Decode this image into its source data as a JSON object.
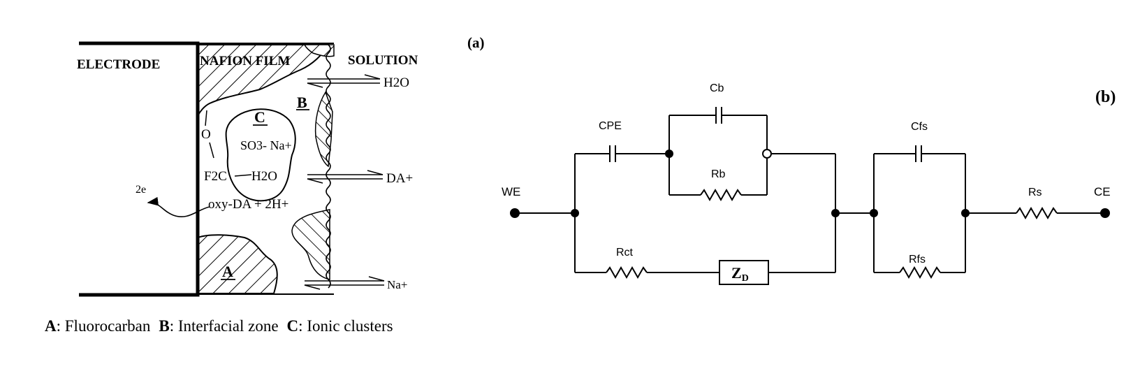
{
  "panel_a": {
    "tag": "(a)",
    "electrode": "ELECTRODE",
    "film": "NAFION FILM",
    "solution": "SOLUTION",
    "zone_a": "A",
    "zone_b": "B",
    "zone_c": "C",
    "sulfonate": "SO3- Na+",
    "oxygen": "O",
    "f2c": "F2C",
    "water": "H2O",
    "electrons": "2e",
    "reaction": "oxy-DA + 2H+",
    "species": [
      "H2O",
      "DA+",
      "Na+"
    ],
    "caption": {
      "a_key": "A",
      "a_text": ": Fluorocarban",
      "b_key": "B",
      "b_text": ": Interfacial zone",
      "c_key": "C",
      "c_text": ": Ionic clusters"
    }
  },
  "panel_b": {
    "tag": "(b)",
    "nodes": {
      "we": "WE",
      "ce": "CE"
    },
    "components": {
      "cpe": "CPE",
      "cb": "Cb",
      "rb": "Rb",
      "rct": "Rct",
      "zd": "ZD",
      "cfs": "Cfs",
      "rfs": "Rfs",
      "rs": "Rs"
    }
  }
}
